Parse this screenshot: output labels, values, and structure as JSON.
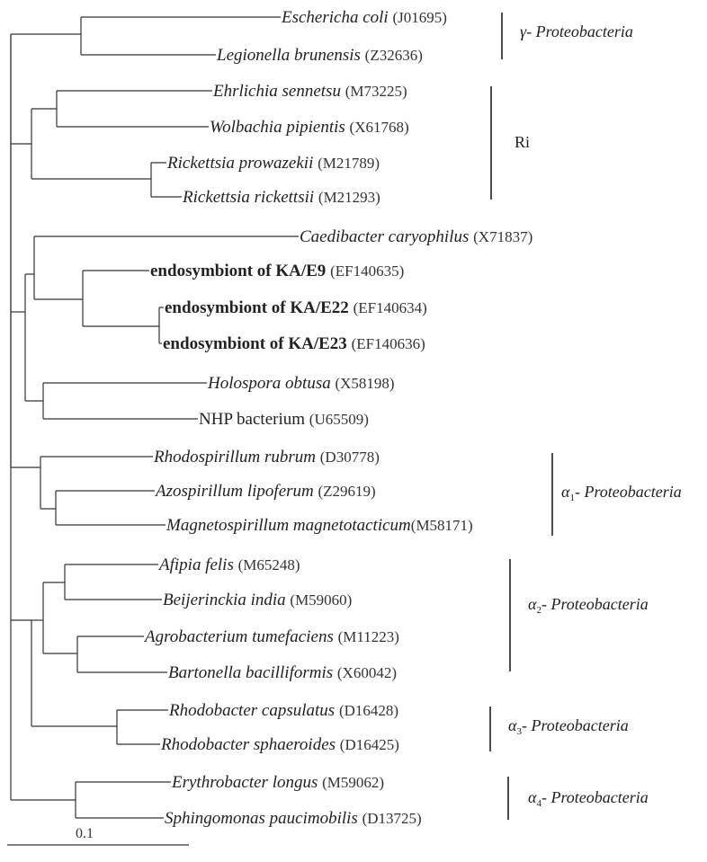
{
  "leaves": [
    {
      "name": "Eschericha coli",
      "acc": "(J01695)",
      "style": "italic"
    },
    {
      "name": "Legionella brunensis",
      "acc": "(Z32636)",
      "style": "italic"
    },
    {
      "name": "Ehrlichia sennetsu",
      "acc": "(M73225)",
      "style": "italic"
    },
    {
      "name": "Wolbachia pipientis",
      "acc": "(X61768)",
      "style": "italic"
    },
    {
      "name": "Rickettsia prowazekii",
      "acc": "(M21789)",
      "style": "italic"
    },
    {
      "name": "Rickettsia rickettsii",
      "acc": "(M21293)",
      "style": "italic"
    },
    {
      "name": "Caedibacter caryophilus",
      "acc": "(X71837)",
      "style": "italic"
    },
    {
      "name": "endosymbiont of KA/E9",
      "acc": "(EF140635)",
      "style": "bold"
    },
    {
      "name": "endosymbiont of KA/E22",
      "acc": "(EF140634)",
      "style": "bold"
    },
    {
      "name": "endosymbiont of KA/E23",
      "acc": "(EF140636)",
      "style": "bold"
    },
    {
      "name": "Holospora obtusa",
      "acc": "(X58198)",
      "style": "italic"
    },
    {
      "name": "NHP bacterium",
      "acc": "(U65509)",
      "style": "normal"
    },
    {
      "name": "Rhodospirillum rubrum",
      "acc": "(D30778)",
      "style": "italic"
    },
    {
      "name": "Azospirillum lipoferum",
      "acc": "(Z29619)",
      "style": "italic"
    },
    {
      "name": "Magnetospirillum magnetotacticum",
      "acc": "(M58171)",
      "style": "italic"
    },
    {
      "name": "Afipia felis",
      "acc": "(M65248)",
      "style": "italic"
    },
    {
      "name": "Beijerinckia india",
      "acc": "(M59060)",
      "style": "italic"
    },
    {
      "name": "Agrobacterium tumefaciens",
      "acc": "(M11223)",
      "style": "italic"
    },
    {
      "name": "Bartonella bacilliformis",
      "acc": "(X60042)",
      "style": "italic"
    },
    {
      "name": "Rhodobacter capsulatus",
      "acc": "(D16428)",
      "style": "italic"
    },
    {
      "name": "Rhodobacter sphaeroides",
      "acc": "(D16425)",
      "style": "italic"
    },
    {
      "name": "Erythrobacter longus",
      "acc": "(M59062)",
      "style": "italic"
    },
    {
      "name": "Sphingomonas paucimobilis",
      "acc": "(D13725)",
      "style": "italic"
    }
  ],
  "groups": {
    "gamma": {
      "prefix": "γ-",
      "sub": "",
      "suffix": "Proteobacteria"
    },
    "ri": {
      "prefix": "Ri",
      "sub": "",
      "suffix": ""
    },
    "alpha1": {
      "prefix": "α",
      "sub": "1",
      "suffix": "- Proteobacteria"
    },
    "alpha2": {
      "prefix": "α",
      "sub": "2",
      "suffix": "- Proteobacteria"
    },
    "alpha3": {
      "prefix": "α",
      "sub": "3",
      "suffix": "- Proteobacteria"
    },
    "alpha4": {
      "prefix": "α",
      "sub": "4",
      "suffix": "- Proteobacteria"
    }
  },
  "scale": {
    "label": "0.1"
  }
}
